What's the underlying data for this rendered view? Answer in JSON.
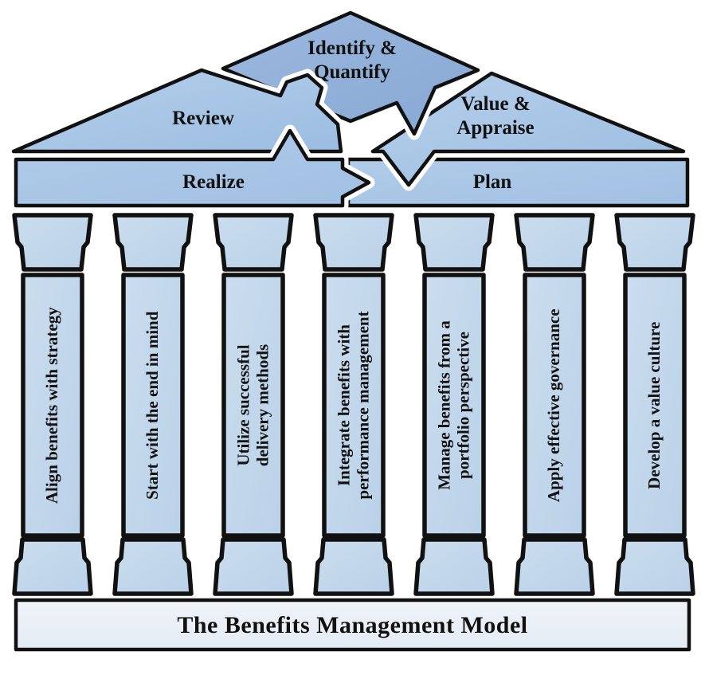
{
  "diagram_title": "The Benefits Management Model",
  "pediment": {
    "apex": {
      "line1": "Identify &",
      "line2": "Quantify"
    },
    "left": "Review",
    "right": {
      "line1": "Value &",
      "line2": "Appraise"
    }
  },
  "entablature": {
    "left": "Realize",
    "right": "Plan"
  },
  "pillars": [
    {
      "line1": "Align benefits with strategy",
      "line2": ""
    },
    {
      "line1": "Start with the end in mind",
      "line2": ""
    },
    {
      "line1": "Utilize successful",
      "line2": "delivery methods"
    },
    {
      "line1": "Integrate benefits with",
      "line2": "performance management"
    },
    {
      "line1": "Manage benefits from a",
      "line2": "portfolio perspective"
    },
    {
      "line1": "Apply effective governance",
      "line2": ""
    },
    {
      "line1": "Develop a value culture",
      "line2": ""
    }
  ],
  "colors": {
    "pediment_apex_fill": "#8fafd8",
    "pediment_side_fill": "#a8c5e5",
    "entablature_fill": "#a9c7e6",
    "pillar_fill": "#c4d8ec",
    "plinth_fill": "#e9eef6",
    "outline": "#111111",
    "text": "#111111",
    "background": "#ffffff"
  }
}
